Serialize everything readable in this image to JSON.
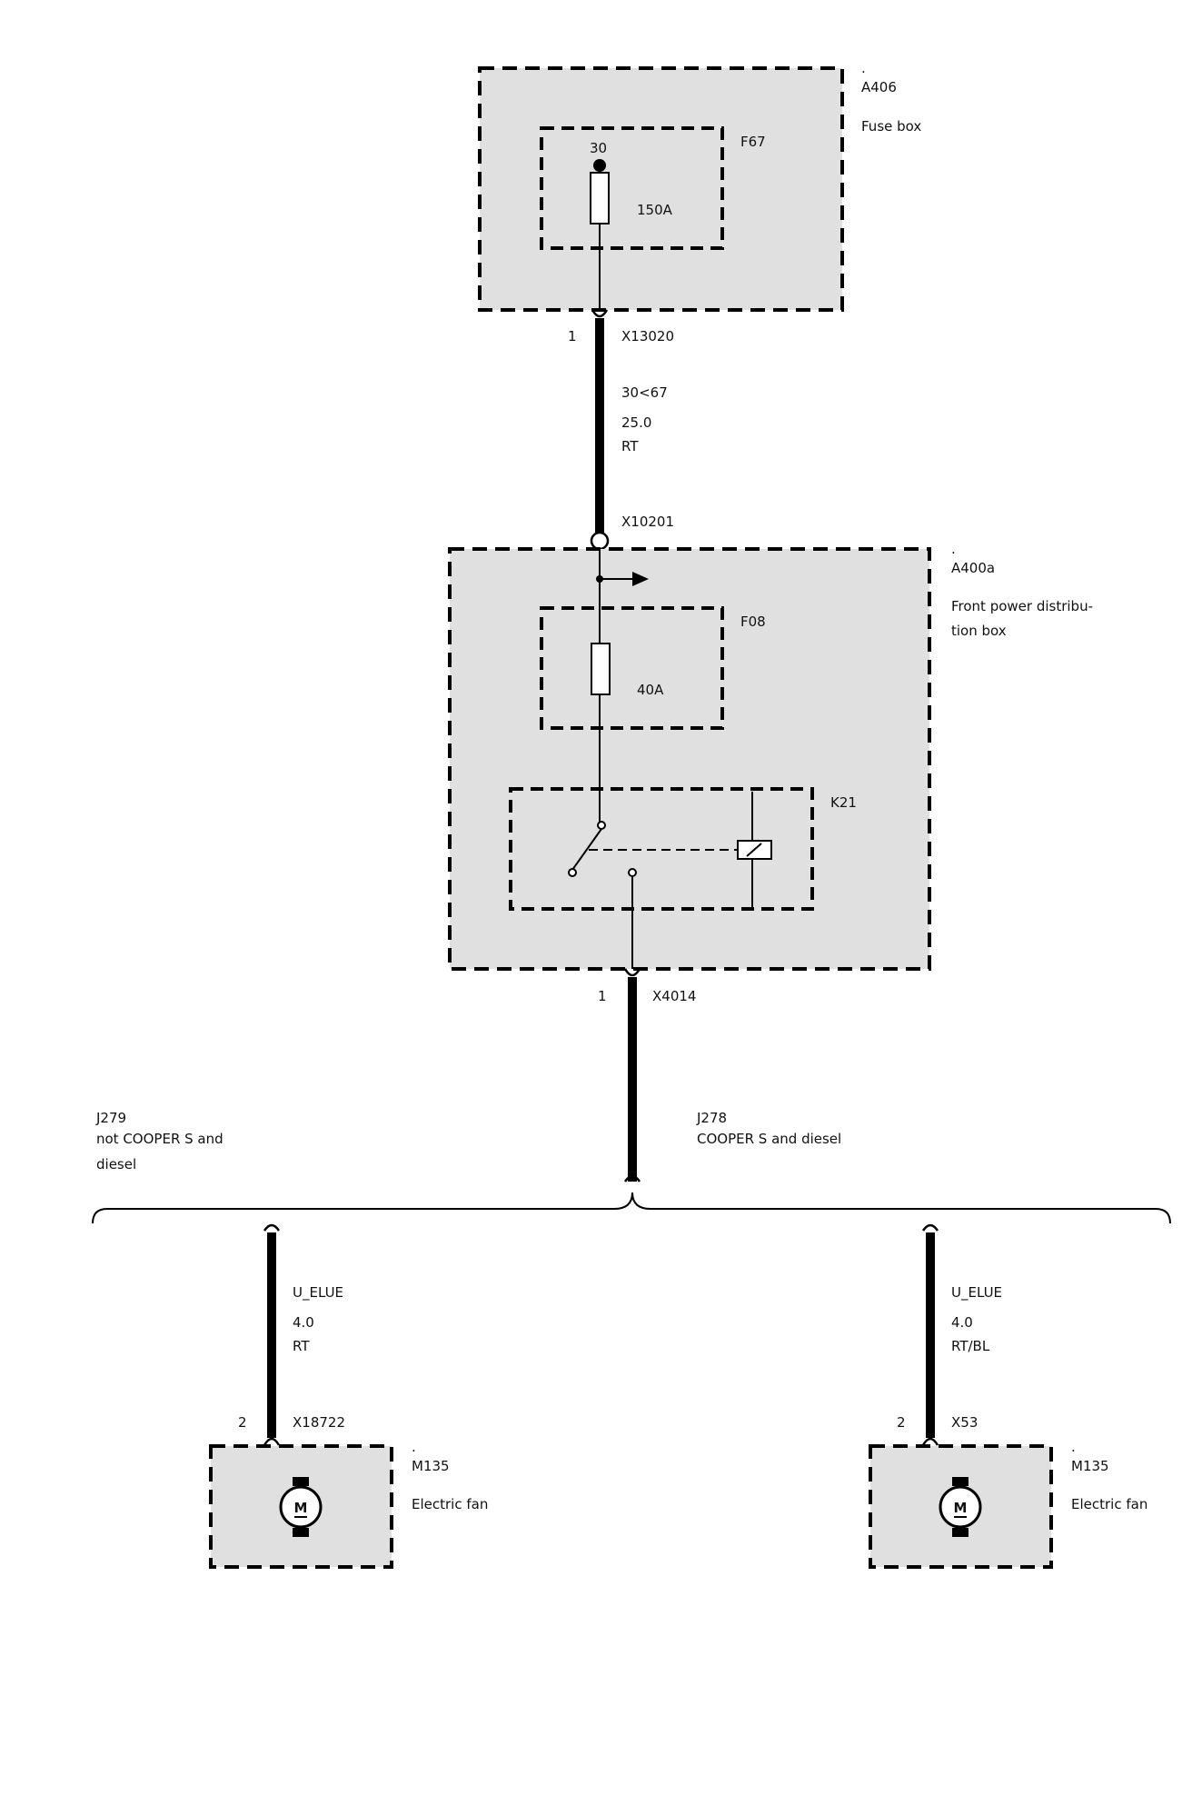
{
  "fuse_box": {
    "dot": ".",
    "id": "A406",
    "name": "Fuse box",
    "fuse": {
      "id": "F67",
      "terminal": "30",
      "rating": "150A"
    }
  },
  "connector_top": {
    "pin": "1",
    "id": "X13020"
  },
  "wire_main": {
    "signal": "30<67",
    "gauge": "25.0",
    "color": "RT"
  },
  "connector_mid": {
    "id": "X10201"
  },
  "power_dist_box": {
    "dot": ".",
    "id": "A400a",
    "name_line1": "Front power distribu-",
    "name_line2": "tion box",
    "fuse": {
      "id": "F08",
      "rating": "40A"
    },
    "relay": {
      "id": "K21"
    }
  },
  "connector_out": {
    "pin": "1",
    "id": "X4014"
  },
  "branch_left": {
    "id": "J279",
    "cond_line1": "not COOPER S and",
    "cond_line2": "diesel",
    "wire": {
      "signal": "U_ELUE",
      "gauge": "4.0",
      "color": "RT"
    },
    "connector": {
      "pin": "2",
      "id": "X18722"
    },
    "component": {
      "dot": ".",
      "id": "M135",
      "name": "Electric fan",
      "symbol": "M"
    }
  },
  "branch_right": {
    "id": "J278",
    "cond_line1": "COOPER S and diesel",
    "wire": {
      "signal": "U_ELUE",
      "gauge": "4.0",
      "color": "RT/BL"
    },
    "connector": {
      "pin": "2",
      "id": "X53"
    },
    "component": {
      "dot": ".",
      "id": "M135",
      "name": "Electric fan",
      "symbol": "M"
    }
  }
}
